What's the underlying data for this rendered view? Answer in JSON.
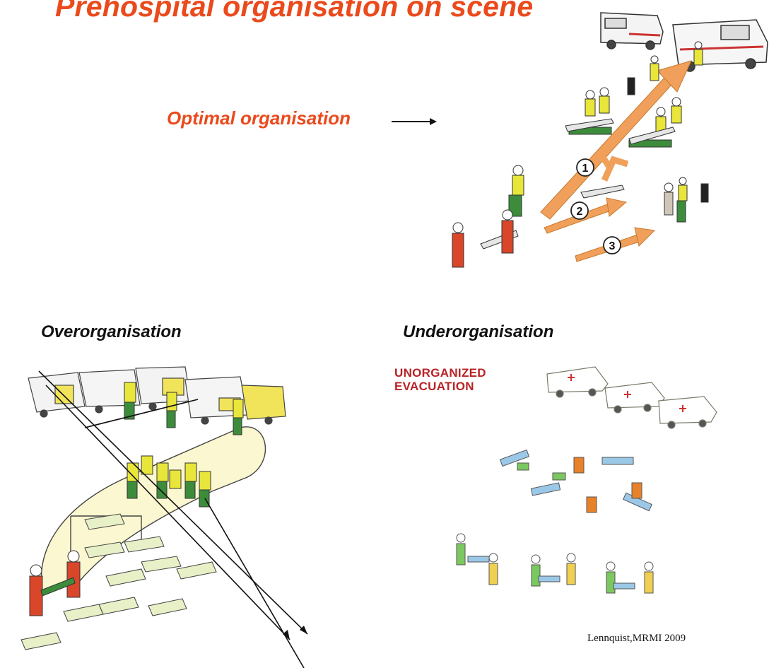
{
  "slide": {
    "title": "Prehospital organisation on scene",
    "optimal_label": "Optimal organisation",
    "over_label": "Overorganisation",
    "under_label": "Underorganisation",
    "credit": "Lennquist,MRMI 2009"
  },
  "optimal_illustration": {
    "route_markers": [
      "1",
      "2",
      "3"
    ]
  },
  "under_illustration": {
    "stamp_line1": "UNORGANIZED",
    "stamp_line2": "EVACUATION"
  },
  "colors": {
    "title": "#ea4a1c",
    "route_arrow": "#f0a05a",
    "stamp": "#b82325",
    "vest_yellow": "#e8e63a",
    "trouser_green": "#3c8c3c",
    "rescuer_red": "#d9462a"
  }
}
